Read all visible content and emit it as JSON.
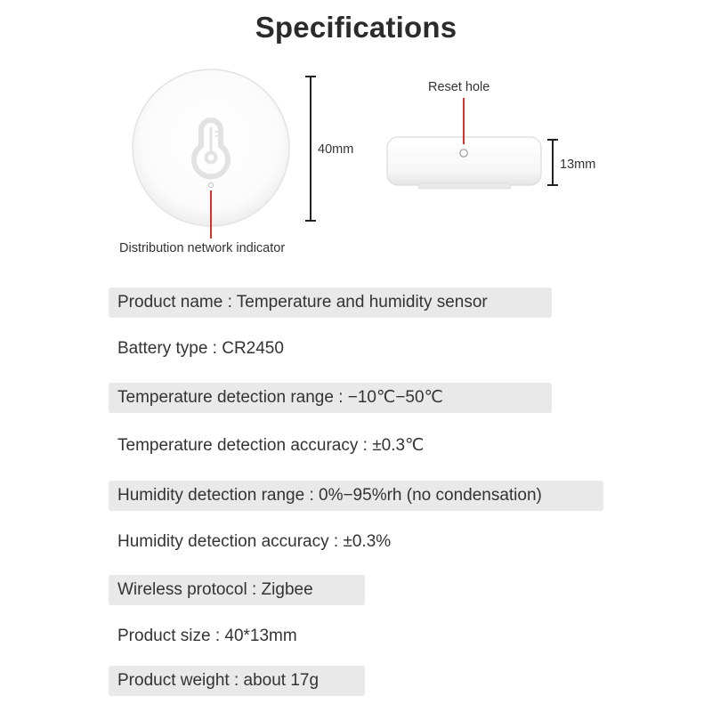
{
  "title": "Specifications",
  "diagram": {
    "front_height_label": "40mm",
    "side_height_label": "13mm",
    "reset_hole_label": "Reset hole",
    "indicator_label": "Distribution network indicator",
    "icon": "thermometer-icon",
    "accent_color": "#d9312b"
  },
  "specs": [
    {
      "text": "Product name : Temperature and humidity sensor",
      "shaded": true
    },
    {
      "text": "Battery type : CR2450",
      "shaded": false
    },
    {
      "text": "Temperature detection range : −10℃−50℃",
      "shaded": true
    },
    {
      "text": "Temperature detection accuracy : ±0.3℃",
      "shaded": false
    },
    {
      "text": "Humidity detection range : 0%−95%rh (no condensation)",
      "shaded": true
    },
    {
      "text": "Humidity detection accuracy : ±0.3%",
      "shaded": false
    },
    {
      "text": "Wireless protocol : Zigbee",
      "shaded": true
    },
    {
      "text": "Product size : 40*13mm",
      "shaded": false
    },
    {
      "text": "Product weight : about 17g",
      "shaded": true
    }
  ]
}
